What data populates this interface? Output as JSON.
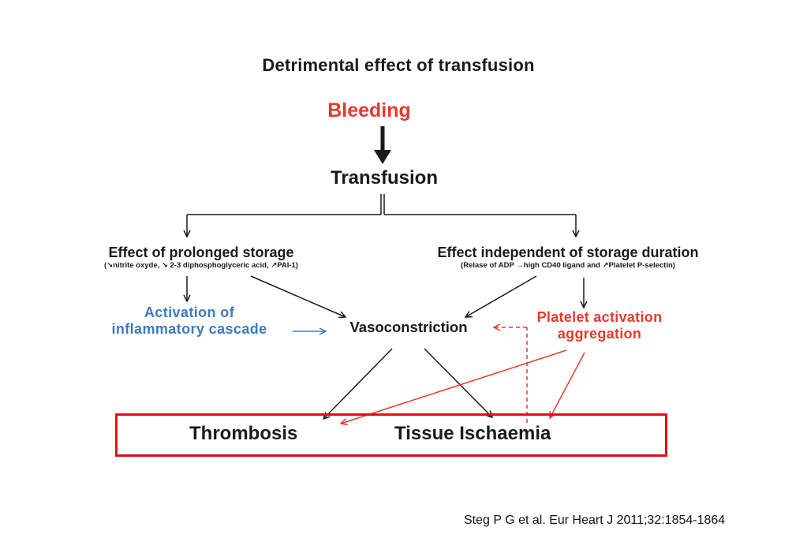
{
  "diagram": {
    "title": "Detrimental effect of transfusion",
    "bleeding": "Bleeding",
    "transfusion": "Transfusion",
    "prolonged_storage": {
      "label": "Effect of prolonged storage",
      "note": "(↘nitrite oxyde, ↘ 2-3 diphosphoglyceric acid, ↗PAI-1)"
    },
    "independent_storage": {
      "label": "Effect independent of storage duration",
      "note": "(Relase of ADP →high CD40 ligand and ↗Platelet P-selectin)"
    },
    "inflammatory": {
      "line1": "Activation of",
      "line2": "inflammatory  cascade"
    },
    "vasoconstriction": "Vasoconstriction",
    "platelet": {
      "line1": "Platelet activation",
      "line2": "aggregation"
    },
    "outcomes": {
      "thrombosis": "Thrombosis",
      "ischaemia": "Tissue Ischaemia"
    },
    "colors": {
      "black": "#1a1a1a",
      "red": "#e53a2f",
      "box_red": "#e01010",
      "blue": "#3a7bc0"
    }
  },
  "citation": "Steg P G et al. Eur Heart J 2011;32:1854-1864"
}
